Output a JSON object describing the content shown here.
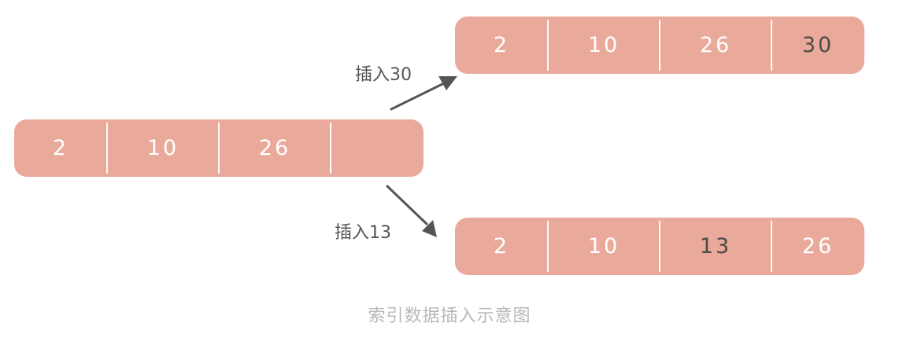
{
  "source_array": {
    "cells": [
      "2",
      "10",
      "26",
      ""
    ]
  },
  "insert_30": {
    "label": "插入30",
    "cells": [
      "2",
      "10",
      "26",
      "30"
    ]
  },
  "insert_13": {
    "label": "插入13",
    "cells": [
      "2",
      "10",
      "13",
      "26"
    ]
  },
  "caption": "索引数据插入示意图",
  "colors": {
    "bar": "#e9aa9b",
    "cell_text": "#ffffff",
    "inserted_text": "#4f4b4b",
    "arrow": "#555555",
    "caption": "#b8b8b8"
  }
}
